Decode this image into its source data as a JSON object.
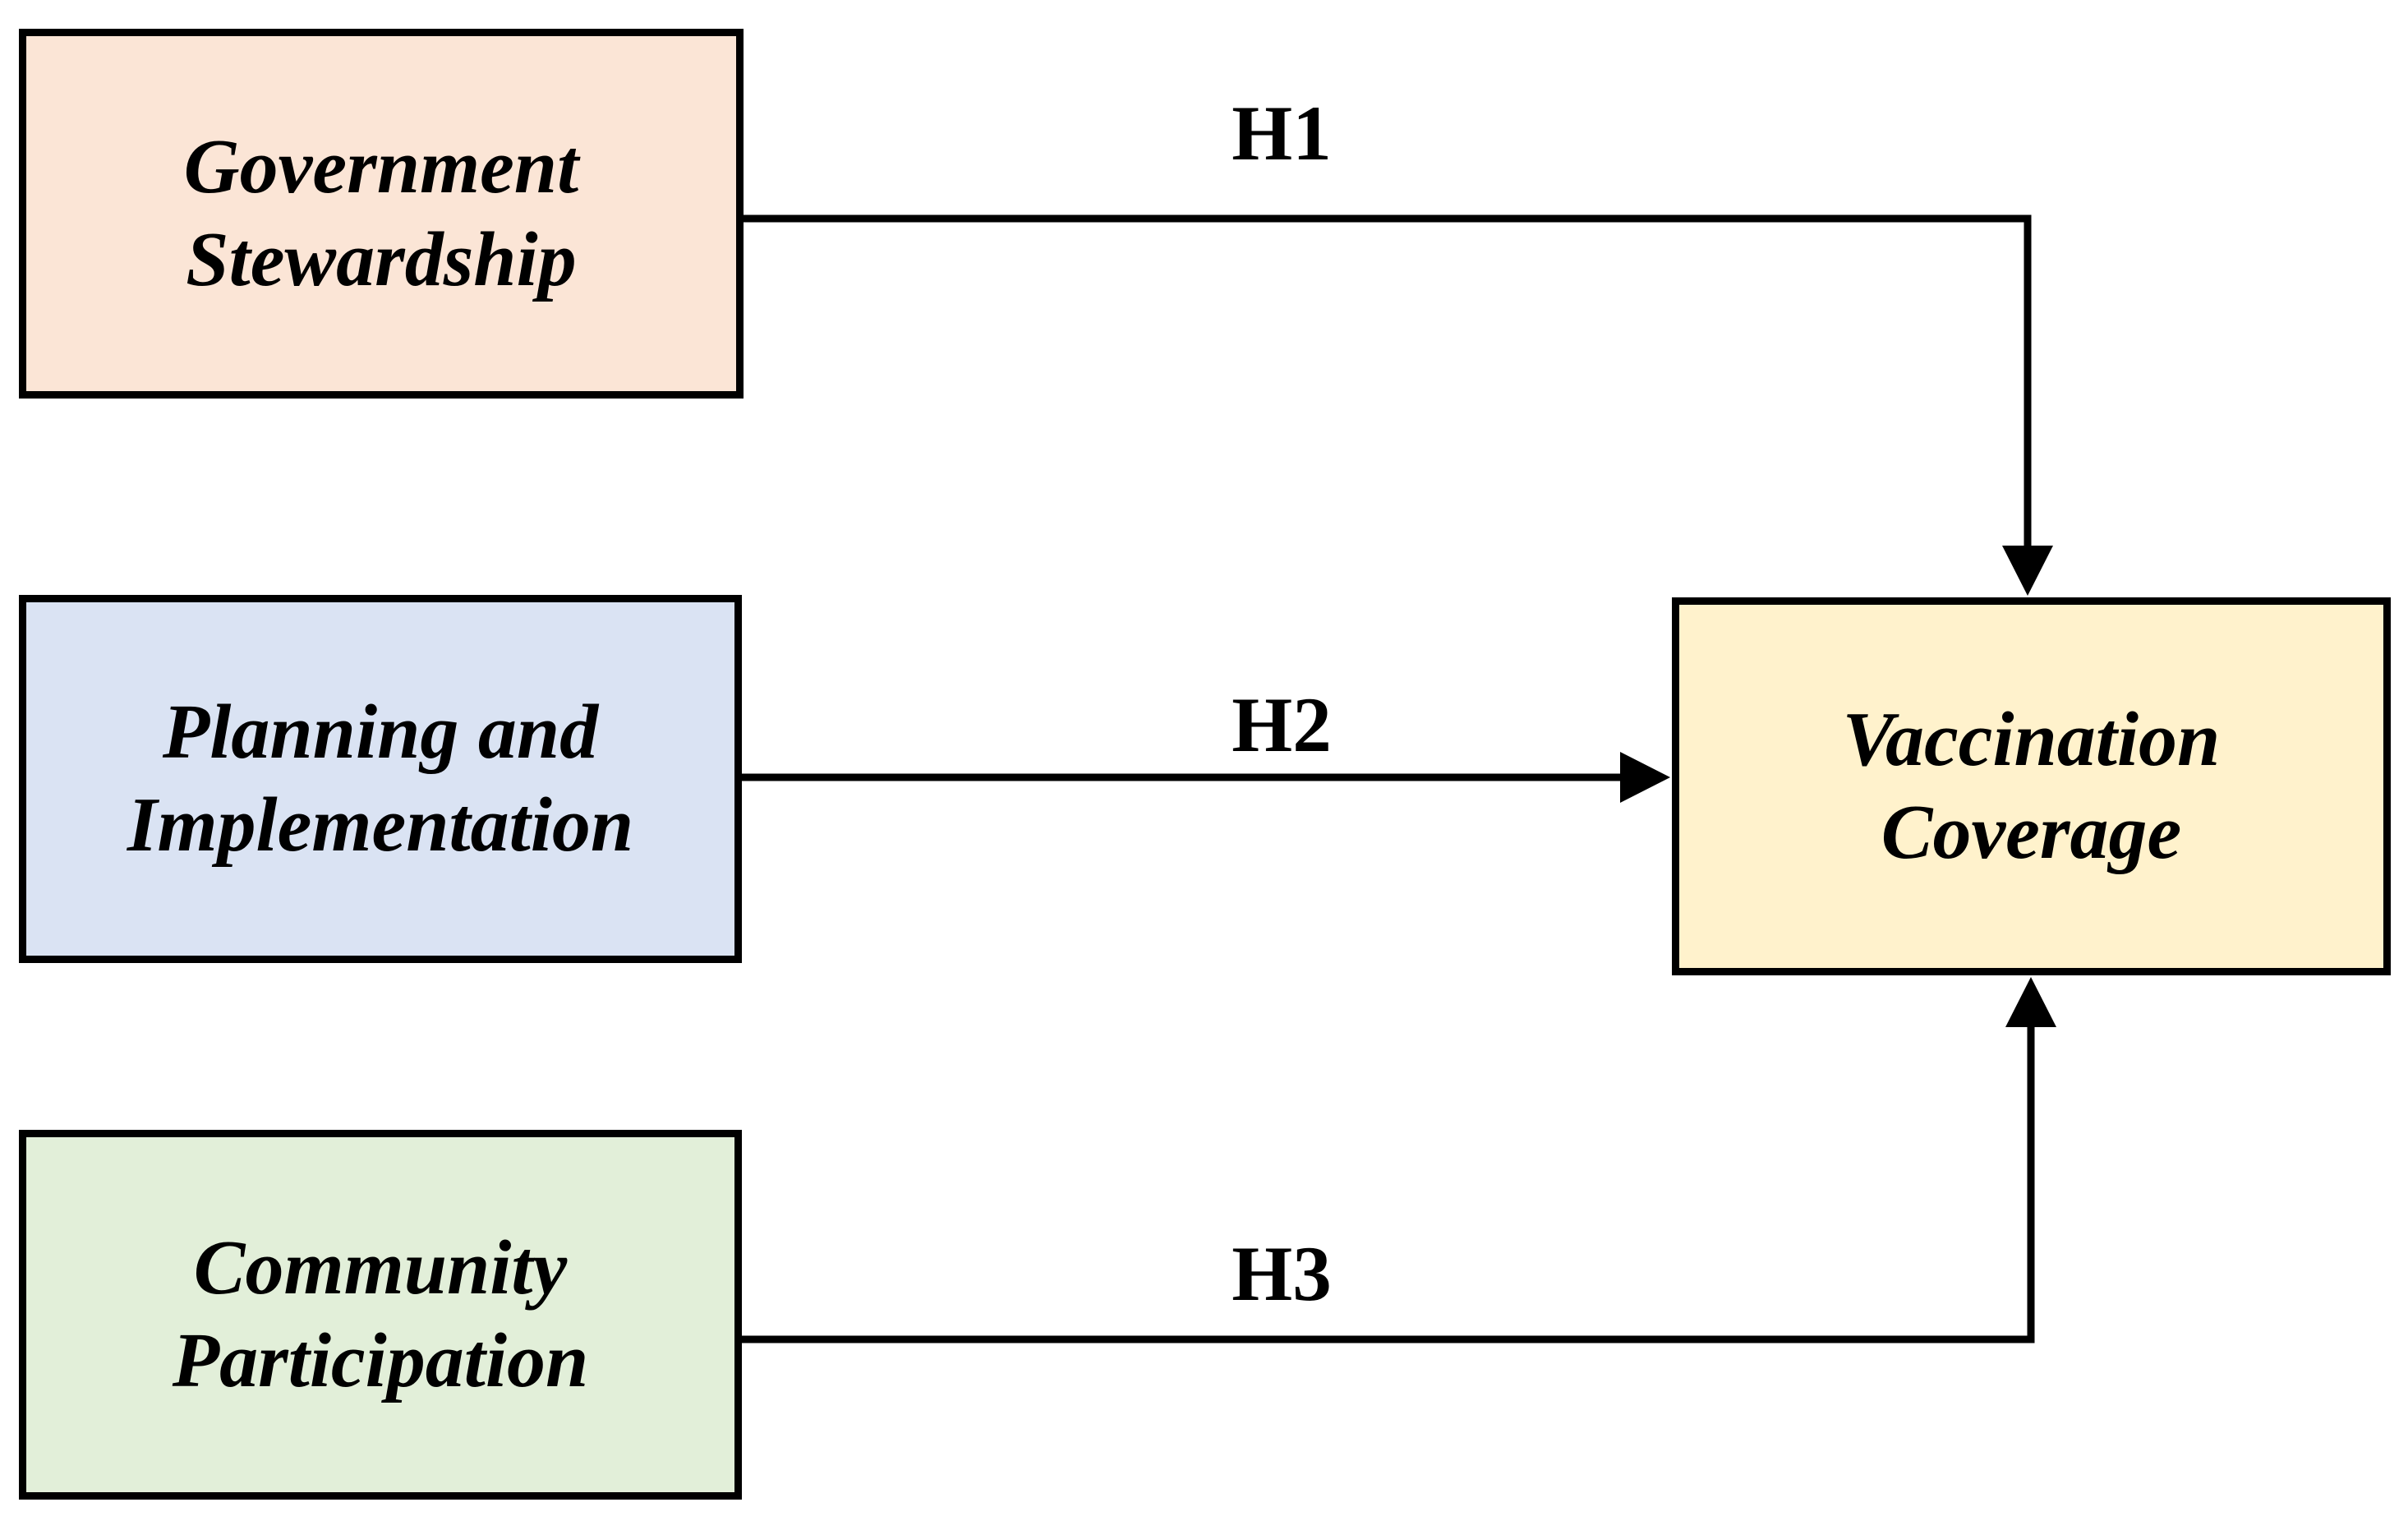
{
  "figure": {
    "type": "hypothesis-path-diagram",
    "background": "#FFFFFF",
    "line_color": "#000000",
    "text_color": "#000000",
    "nodes": [
      {
        "id": "government-stewardship",
        "lines": [
          "Government",
          "Stewardship"
        ],
        "fill": "#FBE5D6"
      },
      {
        "id": "planning-and-implementation",
        "lines": [
          "Planning and",
          "Implementation"
        ],
        "fill": "#DAE3F3"
      },
      {
        "id": "community-participation",
        "lines": [
          "Community",
          "Participation"
        ],
        "fill": "#E2EFD9"
      },
      {
        "id": "vaccination-coverage",
        "lines": [
          "Vaccination",
          "Coverage"
        ],
        "fill": "#FFF2CC"
      }
    ],
    "edges": [
      {
        "id": "H1",
        "label": "H1",
        "from": "Government Stewardship",
        "to": "Vaccination Coverage"
      },
      {
        "id": "H2",
        "label": "H2",
        "from": "Planning and Implementation",
        "to": "Vaccination Coverage"
      },
      {
        "id": "H3",
        "label": "H3",
        "from": "Community Participation",
        "to": "Vaccination Coverage"
      }
    ]
  }
}
